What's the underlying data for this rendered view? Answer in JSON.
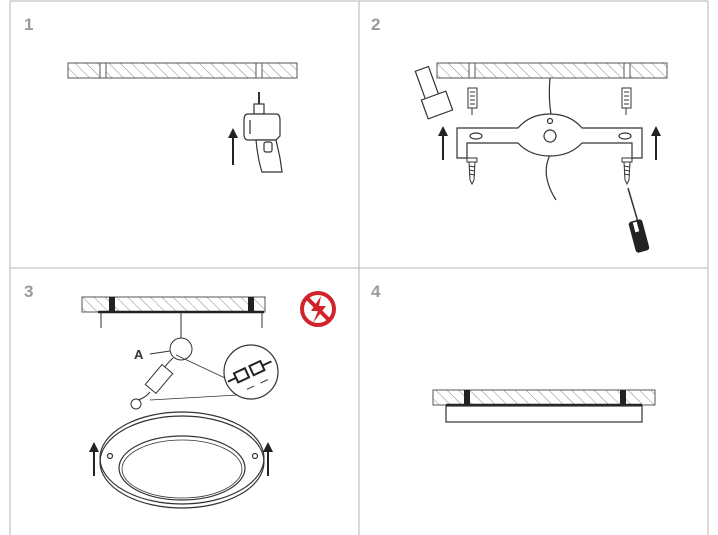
{
  "panels": [
    {
      "step": "1",
      "title": "drill-holes"
    },
    {
      "step": "2",
      "title": "mount-bracket"
    },
    {
      "step": "3",
      "title": "connect-and-attach"
    },
    {
      "step": "4",
      "title": "installed"
    }
  ],
  "callouts": {
    "a_label": "A"
  },
  "colors": {
    "grid": "#b5b5b5",
    "line": "#333333",
    "hatch": "#8a8a8a",
    "step_number": "#9a9a9a",
    "warning": "#d2232a"
  },
  "icons": [
    "drill-icon",
    "hammer-icon",
    "screwdriver-icon",
    "anchor-icon",
    "screw-icon",
    "up-arrow-icon",
    "no-power-warning-icon",
    "connector-icon",
    "driver-box-icon",
    "ceiling-light-icon"
  ]
}
